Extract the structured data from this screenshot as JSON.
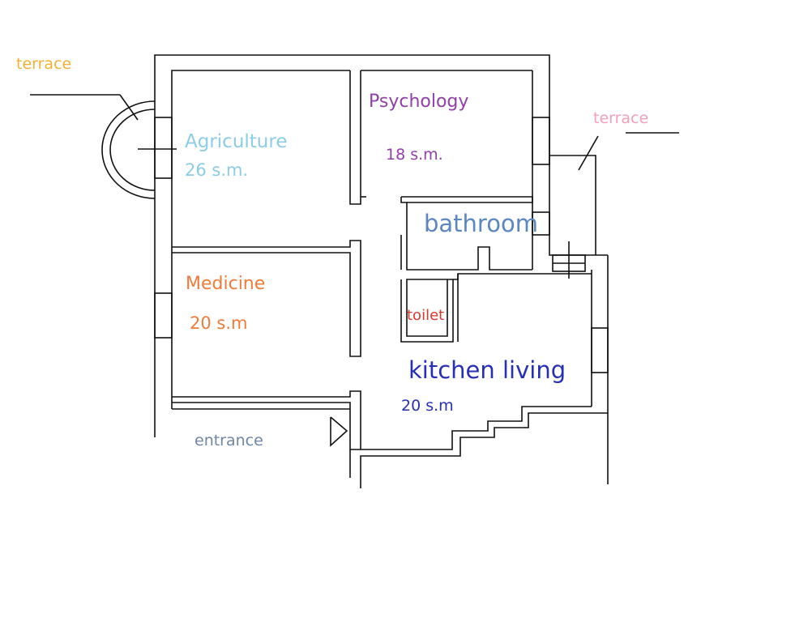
{
  "colors": {
    "wall": "#111111",
    "terrace_left": "#f2b132",
    "terrace_right": "#f3a0b8",
    "agriculture": "#8ccde6",
    "psychology": "#9040a8",
    "bathroom": "#5b86bf",
    "medicine": "#f07b3a",
    "toilet": "#d83a2f",
    "kitchen": "#2730b5",
    "entrance": "#6f86a6"
  },
  "labels": {
    "terrace_left": "terrace",
    "terrace_right": "terrace",
    "agriculture_name": "Agriculture",
    "agriculture_area": "26 s.m.",
    "psychology_name": "Psychology",
    "psychology_area": "18 s.m.",
    "bathroom_name": "bathroom",
    "medicine_name": "Medicine",
    "medicine_area": "20 s.m",
    "toilet_name": "toilet",
    "kitchen_name": "kitchen living",
    "kitchen_area": "20 s.m",
    "entrance_name": "entrance"
  }
}
